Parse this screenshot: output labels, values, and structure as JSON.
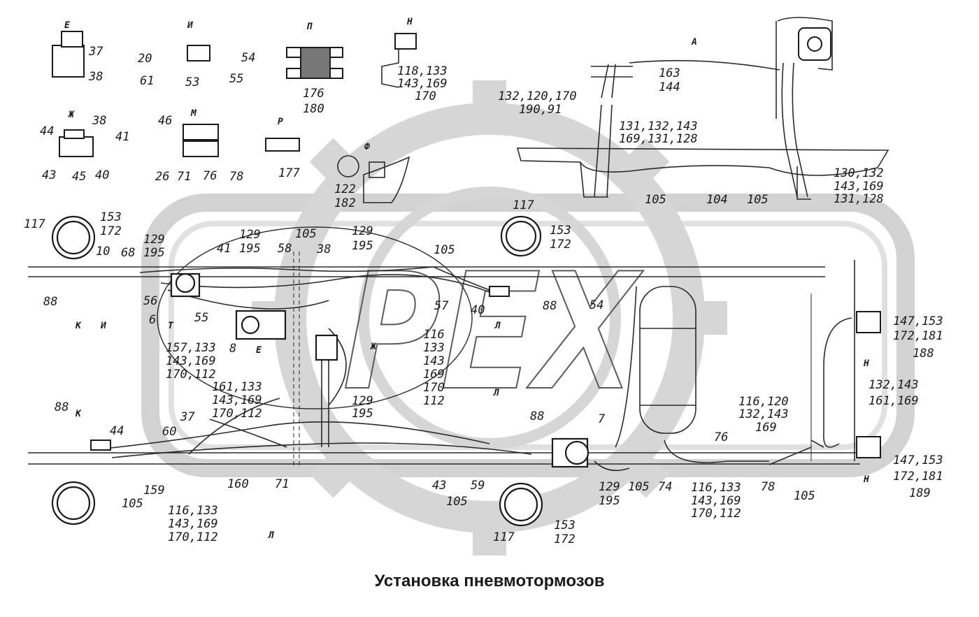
{
  "title": "Установка пневмотормозов",
  "watermark": "PEX",
  "colors": {
    "line": "#2a2a2a",
    "watermark": "#c8c8c8",
    "background": "#ffffff"
  },
  "view_letters": [
    "Е",
    "И",
    "П",
    "Н",
    "А",
    "Ж",
    "М",
    "Р",
    "Ф",
    "К",
    "Т",
    "Л"
  ],
  "labels": {
    "e37": "37",
    "e38": "38",
    "i20": "20",
    "i54": "54",
    "i61": "61",
    "i53": "53",
    "i55": "55",
    "p176": "176",
    "p180": "180",
    "n_a": "118,133",
    "n_b": "143,169",
    "n_c": "170",
    "a163": "163",
    "a144": "144",
    "a132a": "132,120,170",
    "a132b": "190,91",
    "a131a": "131,132,143",
    "a131b": "169,131,128",
    "a105a": "105",
    "a104": "104",
    "a105b": "105",
    "a130a": "130,132",
    "a130b": "143,169",
    "a130c": "131,128",
    "zh38": "38",
    "zh44": "44",
    "zh41": "41",
    "zh43": "43",
    "zh45": "45",
    "zh40": "40",
    "m46": "46",
    "m26": "26",
    "m71": "71",
    "m76": "76",
    "m78": "78",
    "r177": "177",
    "f122": "122",
    "f182": "182",
    "l117": "117",
    "l153": "153",
    "l172": "172",
    "l10": "10",
    "l68": "68",
    "l129a": "129",
    "l195a": "195",
    "l88": "88",
    "l56": "56",
    "l6": "6",
    "l55": "55",
    "c41": "41",
    "c129": "129",
    "c195": "195",
    "c58": "58",
    "c105": "105",
    "c38": "38",
    "c129b": "129",
    "c195b": "195",
    "c105b": "105",
    "c57": "57",
    "c40": "40",
    "r117": "117",
    "r153": "153",
    "r172": "172",
    "r88": "88",
    "r54": "54",
    "c8": "8",
    "g157a": "157,133",
    "g157b": "143,169",
    "g157c": "170,112",
    "g161a": "161,133",
    "g161b": "143,169",
    "g161c": "170,112",
    "v116": "116",
    "v133": "133",
    "v143": "143",
    "v169": "169",
    "v170": "170",
    "v112": "112",
    "b129": "129",
    "b195": "195",
    "h147a": "147,153",
    "h147b": "172,181",
    "h188": "188",
    "h132a": "132,143",
    "h132b": "161,169",
    "h116a": "116,120",
    "h116b": "132,143",
    "h116c": "169",
    "h147c": "147,153",
    "h147d": "172,181",
    "h189": "189",
    "b88": "88",
    "b44": "44",
    "b60": "60",
    "b37": "37",
    "b105": "105",
    "b159": "159",
    "b116a": "116,133",
    "b116b": "143,169",
    "b116c": "170,112",
    "b160": "160",
    "b71": "71",
    "b43": "43",
    "b59": "59",
    "b105b": "105",
    "b88b": "88",
    "b7": "7",
    "b153": "153",
    "b172": "172",
    "b117": "117",
    "b129c": "129",
    "b195c": "195",
    "b105c": "105",
    "b74": "74",
    "b76": "76",
    "b116d": "116,133",
    "b116e": "143,169",
    "b116f": "170,112",
    "b78": "78",
    "b105d": "105"
  }
}
